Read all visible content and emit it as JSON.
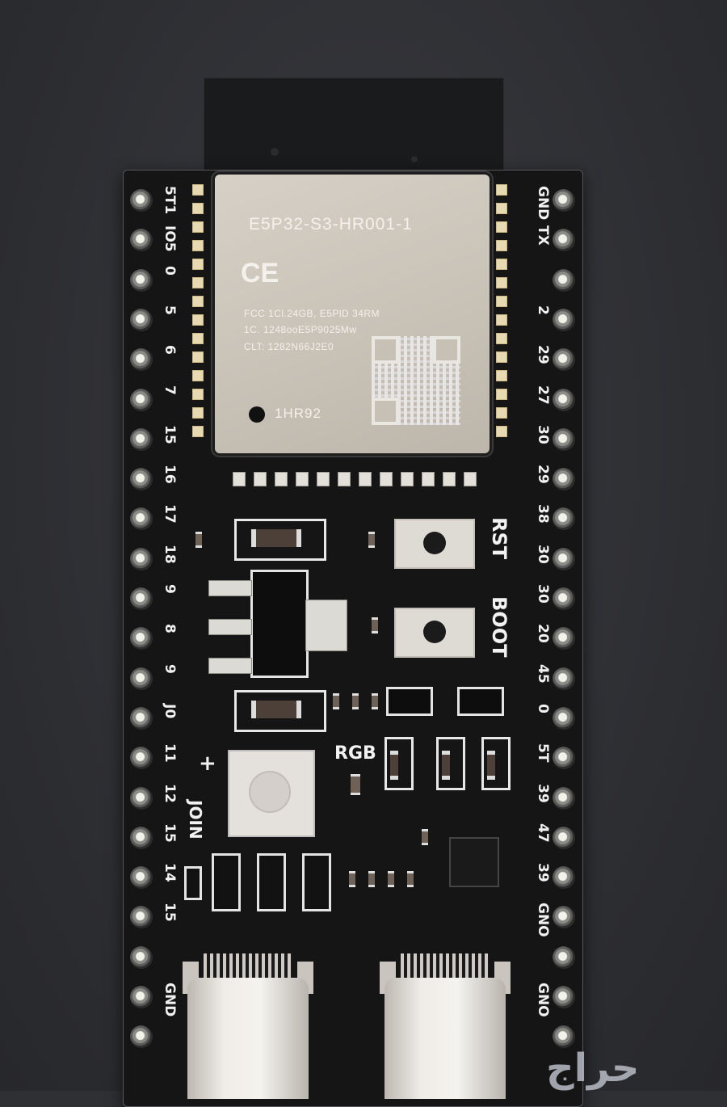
{
  "photo": {
    "subject": "ESP32-S3 development board",
    "background_color": "#2f3034",
    "board_color": "#151516"
  },
  "module": {
    "model": "E5P32-S3-HR001-1",
    "cert_mark": "CE",
    "lines": [
      "FCC 1Cl.24GB, E5PlD 34RM",
      "1C. 1248ooE5P9025Mw",
      "CLT: 1282N66J2E0"
    ],
    "lot_code": "1HR92"
  },
  "pins_left": [
    "5T1",
    "IO5",
    "0",
    "5",
    "6",
    "7",
    "15",
    "16",
    "17",
    "18",
    "9",
    "8",
    "9",
    "J0",
    "11",
    "12",
    "15",
    "14",
    "15",
    "",
    "GND",
    ""
  ],
  "pins_right": [
    "GND",
    "TX",
    "",
    "2",
    "29",
    "27",
    "30",
    "29",
    "38",
    "30",
    "30",
    "20",
    "45",
    "0",
    "5T",
    "39",
    "47",
    "39",
    "GNO",
    "",
    "GNO",
    ""
  ],
  "buttons": [
    {
      "label": "RST"
    },
    {
      "label": "BOOT"
    }
  ],
  "silkscreen": {
    "rgb_label": "RGB",
    "join_label": "JOIN",
    "plus_sign": "+"
  },
  "watermark": {
    "text": "حراج"
  }
}
